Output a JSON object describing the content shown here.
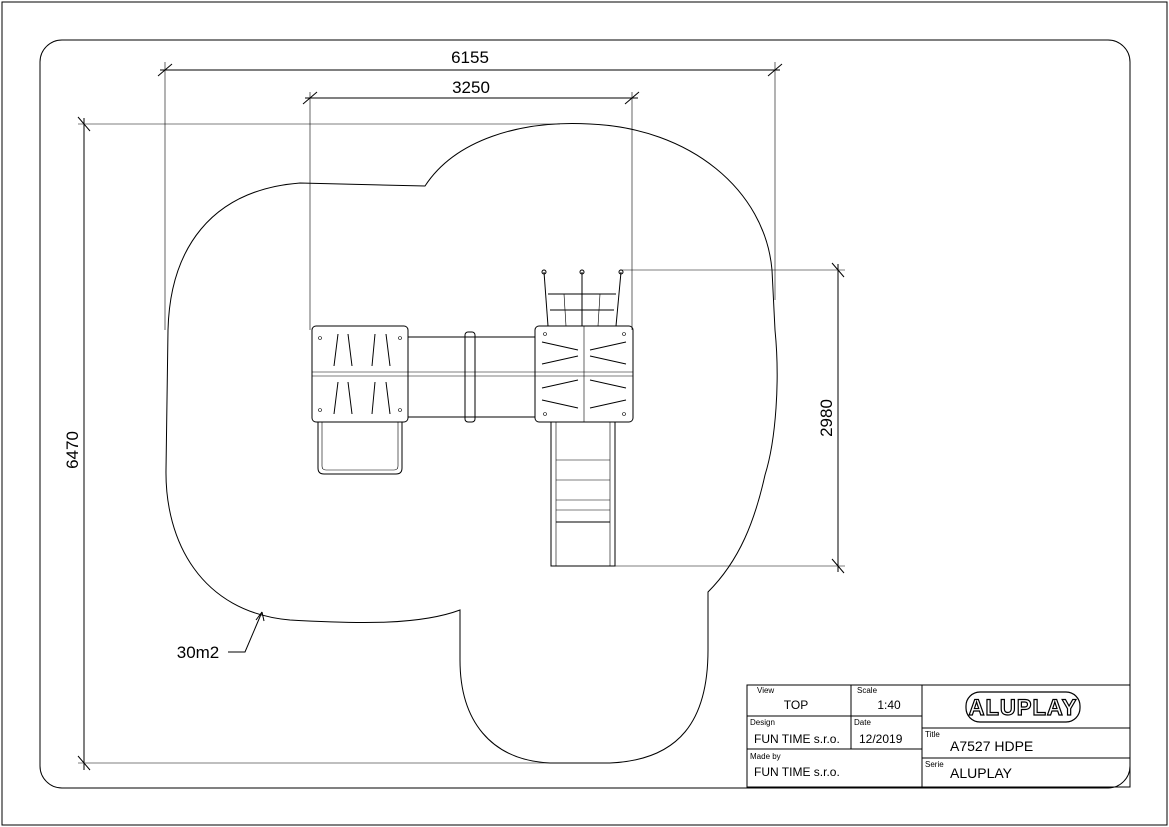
{
  "dimensions": {
    "overall_width": "6155",
    "platform_span": "3250",
    "overall_depth": "6470",
    "slide_length": "2980",
    "area_label": "30m2"
  },
  "title_block": {
    "view_label": "View",
    "view_value": "TOP",
    "scale_label": "Scale",
    "scale_value": "1:40",
    "design_label": "Design",
    "design_value": "FUN TIME s.r.o.",
    "date_label": "Date",
    "date_value": "12/2019",
    "madeby_label": "Made by",
    "madeby_value": "FUN TIME s.r.o.",
    "title_label": "Title",
    "title_value": "A7527 HDPE",
    "serie_label": "Serie",
    "serie_value": "ALUPLAY",
    "logo_text": "ALUPLAY"
  }
}
